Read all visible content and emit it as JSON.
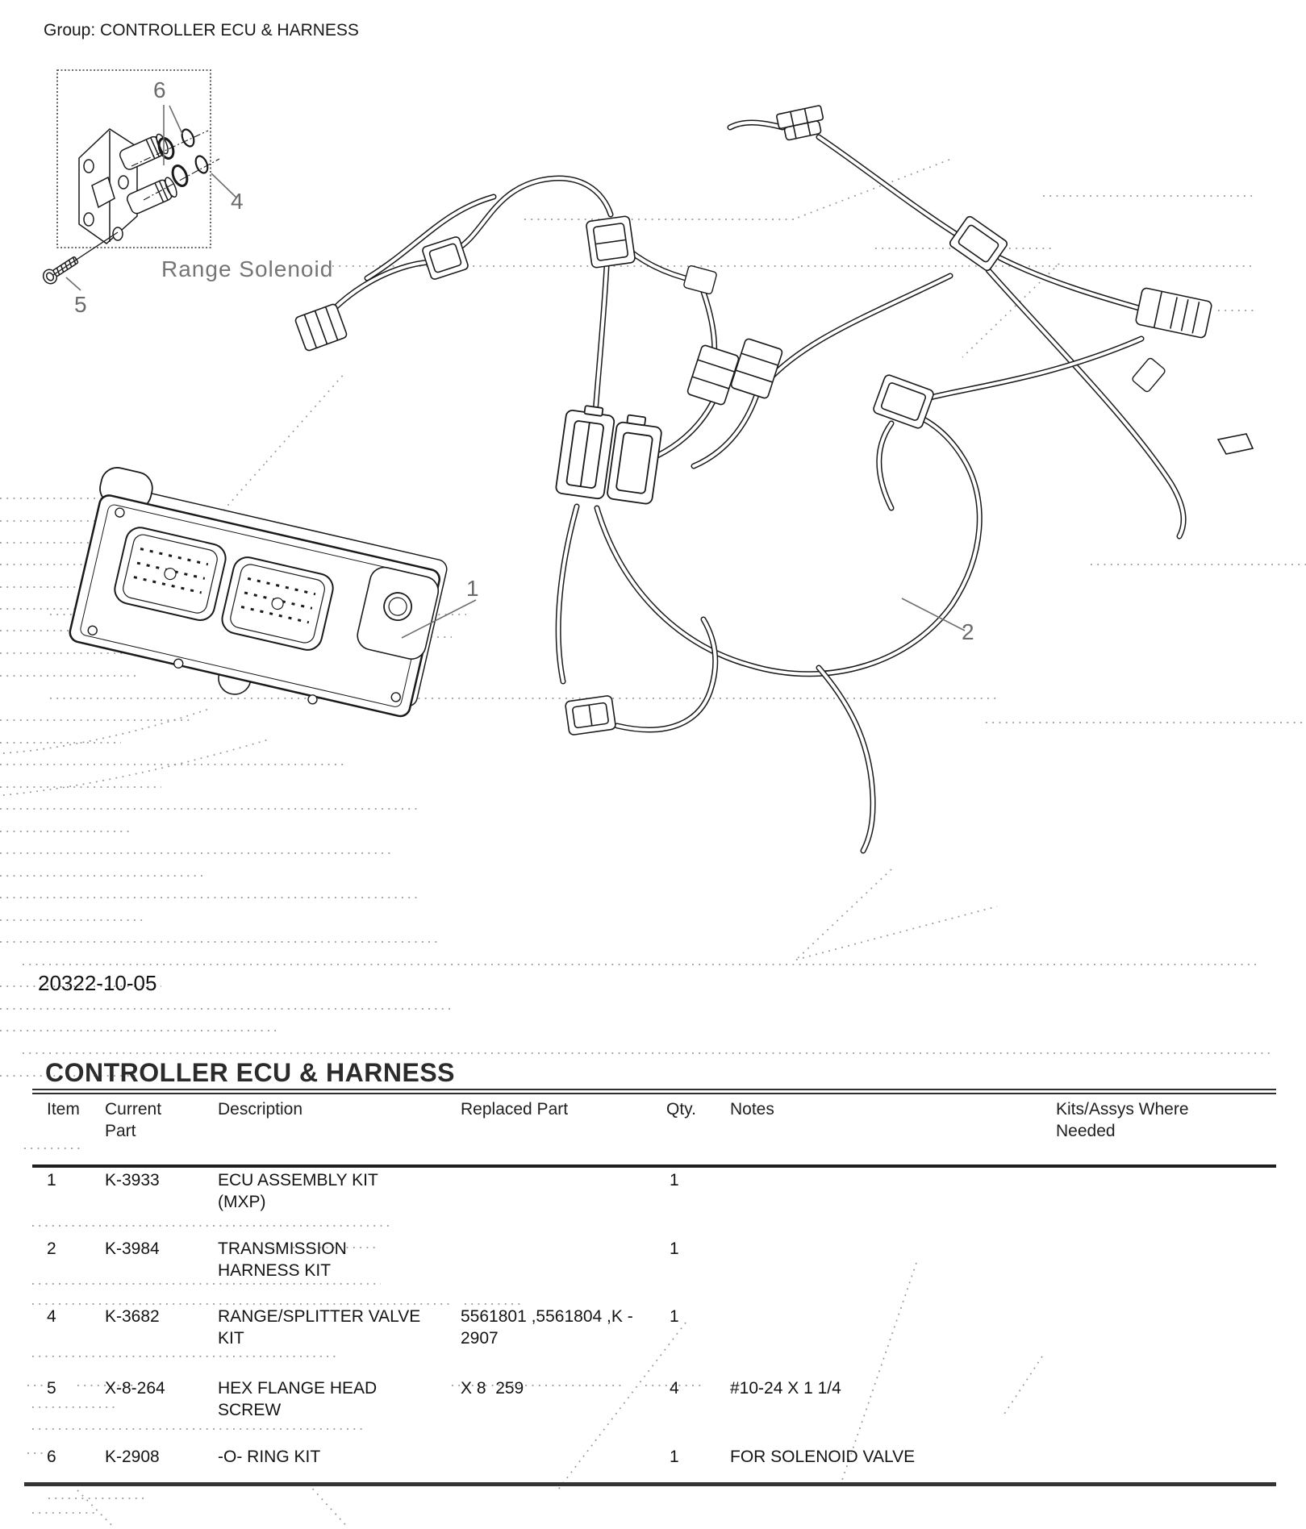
{
  "page": {
    "group_label": "Group: CONTROLLER ECU & HARNESS",
    "inset_label": "Range Solenoid",
    "drawing_number": "20322-10-05"
  },
  "callouts": {
    "ecu": "1",
    "harness": "2",
    "valve_kit": "4",
    "screw": "5",
    "oring": "6"
  },
  "table": {
    "title": "CONTROLLER ECU & HARNESS",
    "headers": {
      "item": "Item",
      "current_part_1": "Current",
      "current_part_2": "Part",
      "description": "Description",
      "replaced_part": "Replaced Part",
      "qty": "Qty.",
      "notes": "Notes",
      "kits_1": "Kits/Assys Where",
      "kits_2": "Needed"
    },
    "rows": [
      {
        "item": "1",
        "current_part": "K-3933",
        "desc1": "ECU ASSEMBLY KIT",
        "desc2": "(MXP)",
        "rep1": "",
        "rep2": "",
        "qty": "1",
        "notes": ""
      },
      {
        "item": "2",
        "current_part": "K-3984",
        "desc1": "TRANSMISSION",
        "desc2": "HARNESS KIT",
        "rep1": "",
        "rep2": "",
        "qty": "1",
        "notes": ""
      },
      {
        "item": "4",
        "current_part": "K-3682",
        "desc1": "RANGE/SPLITTER VALVE",
        "desc2": "KIT",
        "rep1": "5561801 ,5561804 ,K -",
        "rep2": "2907",
        "qty": "1",
        "notes": ""
      },
      {
        "item": "5",
        "current_part": "X-8-264",
        "desc1": "HEX FLANGE HEAD",
        "desc2": "SCREW",
        "rep1": "X 8  259",
        "rep2": "",
        "qty": "4",
        "notes": "#10-24 X 1 1/4"
      },
      {
        "item": "6",
        "current_part": "K-2908",
        "desc1": "-O- RING KIT",
        "desc2": "",
        "rep1": "",
        "rep2": "",
        "qty": "1",
        "notes": "FOR SOLENOID VALVE"
      }
    ]
  }
}
